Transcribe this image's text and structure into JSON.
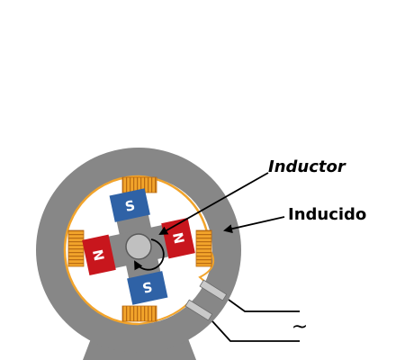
{
  "labels": {
    "inductor": "Inductor",
    "inducido": "Inducido",
    "ac_symbol": "~"
  },
  "poles": {
    "top": "S",
    "bottom": "S",
    "left": "N",
    "right": "N"
  },
  "colors": {
    "stator": "#878787",
    "bore": "#ffffff",
    "coil": "#f2a42b",
    "coil_stripe": "#b86a12",
    "pole_north": "#c8161d",
    "pole_south": "#2f62a6",
    "rotor_core": "#878787",
    "shaft": "#c0c0c0",
    "wire": "#f2a42b",
    "terminal": "#c9c9c9"
  }
}
